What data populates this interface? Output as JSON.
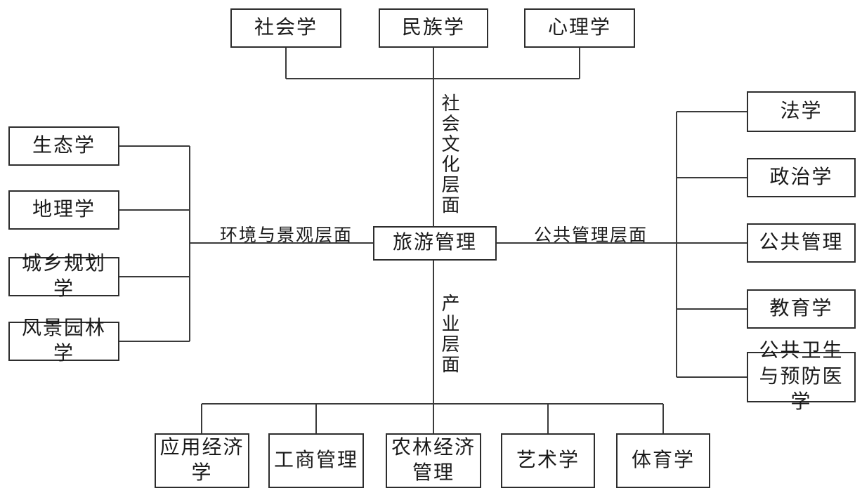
{
  "diagram": {
    "title_none": "",
    "center": {
      "label": "旅游管理"
    },
    "branches": {
      "top": {
        "axis_label": "社会文化层面",
        "items": [
          {
            "label": "社会学"
          },
          {
            "label": "民族学"
          },
          {
            "label": "心理学"
          }
        ]
      },
      "left": {
        "axis_label": "环境与景观层面",
        "items": [
          {
            "label": "生态学"
          },
          {
            "label": "地理学"
          },
          {
            "label": "城乡规划学"
          },
          {
            "label": "风景园林学"
          }
        ]
      },
      "right": {
        "axis_label": "公共管理层面",
        "items": [
          {
            "label": "法学"
          },
          {
            "label": "政治学"
          },
          {
            "label": "公共管理"
          },
          {
            "label": "教育学"
          },
          {
            "label": "公共卫生与预防医学"
          }
        ]
      },
      "bottom": {
        "axis_label": "产业层面",
        "items": [
          {
            "label": "应用经济学"
          },
          {
            "label": "工商管理"
          },
          {
            "label": "农林经济管理"
          },
          {
            "label": "艺术学"
          },
          {
            "label": "体育学"
          }
        ]
      }
    },
    "colors": {
      "background": "#ffffff",
      "line": "#3a3a3a",
      "box_border": "#2d2d2d",
      "text": "#1a1a1a"
    }
  }
}
